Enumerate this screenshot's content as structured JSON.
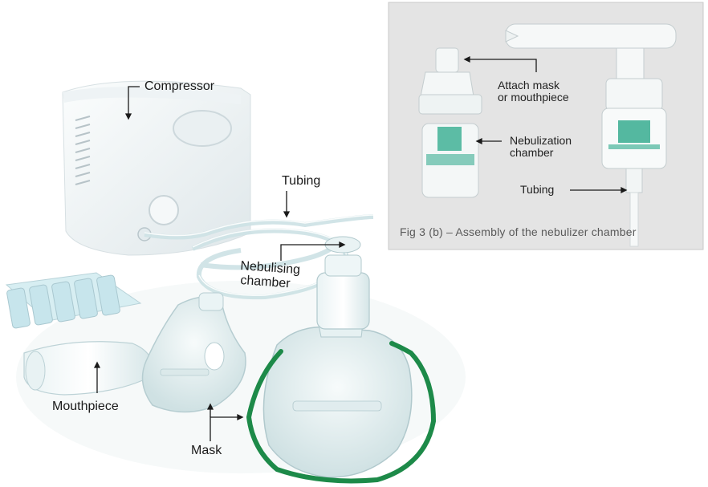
{
  "main_labels": {
    "compressor": "Compressor",
    "tubing": "Tubing",
    "nebulising_chamber_line1": "Nebulising",
    "nebulising_chamber_line2": "chamber",
    "mouthpiece": "Mouthpiece",
    "mask": "Mask"
  },
  "inset": {
    "attach_line1": "Attach mask",
    "attach_line2": "or mouthpiece",
    "chamber_line1": "Nebulization",
    "chamber_line2": "chamber",
    "tubing": "Tubing",
    "caption": "Fig 3 (b) – Assembly of the nebulizer chamber"
  },
  "colors": {
    "inset_background": "#e4e4e4",
    "device_white": "#f4f7f8",
    "plastic_clear": "#dfeef0",
    "medicine_green": "#1f9b7c",
    "strap_green": "#1d8a49"
  }
}
